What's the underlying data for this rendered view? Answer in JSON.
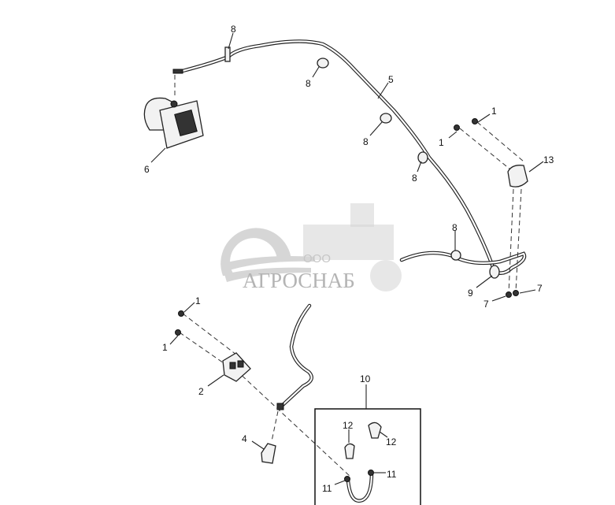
{
  "diagram": {
    "callouts": [
      "8",
      "8",
      "5",
      "8",
      "8",
      "1",
      "1",
      "13",
      "6",
      "8",
      "9",
      "7",
      "7",
      "1",
      "1",
      "2",
      "10",
      "4",
      "12",
      "12",
      "11",
      "11"
    ],
    "watermark": {
      "prefix": "ООО",
      "name": "АГРОСНАБ"
    },
    "colors": {
      "line": "#222222",
      "watermark": "#cfcfcf",
      "background": "#ffffff"
    }
  }
}
